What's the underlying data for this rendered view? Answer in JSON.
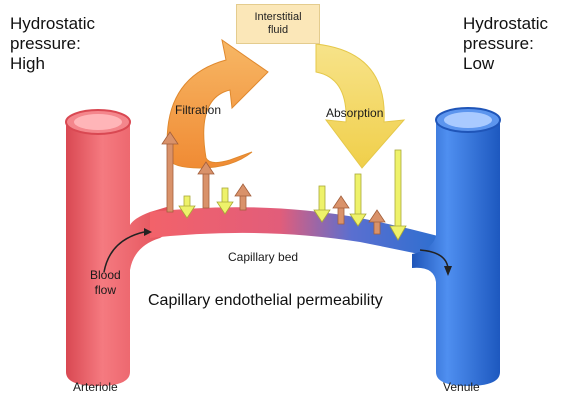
{
  "labels": {
    "hydrostatic_left": "Hydrostatic\npressure:\nHigh",
    "hydrostatic_right": "Hydrostatic\npressure:\nLow",
    "interstitial": "Interstitial\nfluid",
    "filtration": "Filtration",
    "absorption": "Absorption",
    "capillary_bed": "Capillary bed",
    "blood_flow": "Blood\nflow",
    "permeability": "Capillary endothelial permeability",
    "arteriole": "Arteriole",
    "venule": "Venule"
  },
  "colors": {
    "arteriole": "#f2626a",
    "venule": "#2f6fd0",
    "filtration_arrow": "#f5a24a",
    "absorption_arrow": "#f5e37a",
    "outward_arrow": "#d9926a",
    "inward_arrow": "#eef26a",
    "interstitial_box": "#fbe7b8"
  }
}
